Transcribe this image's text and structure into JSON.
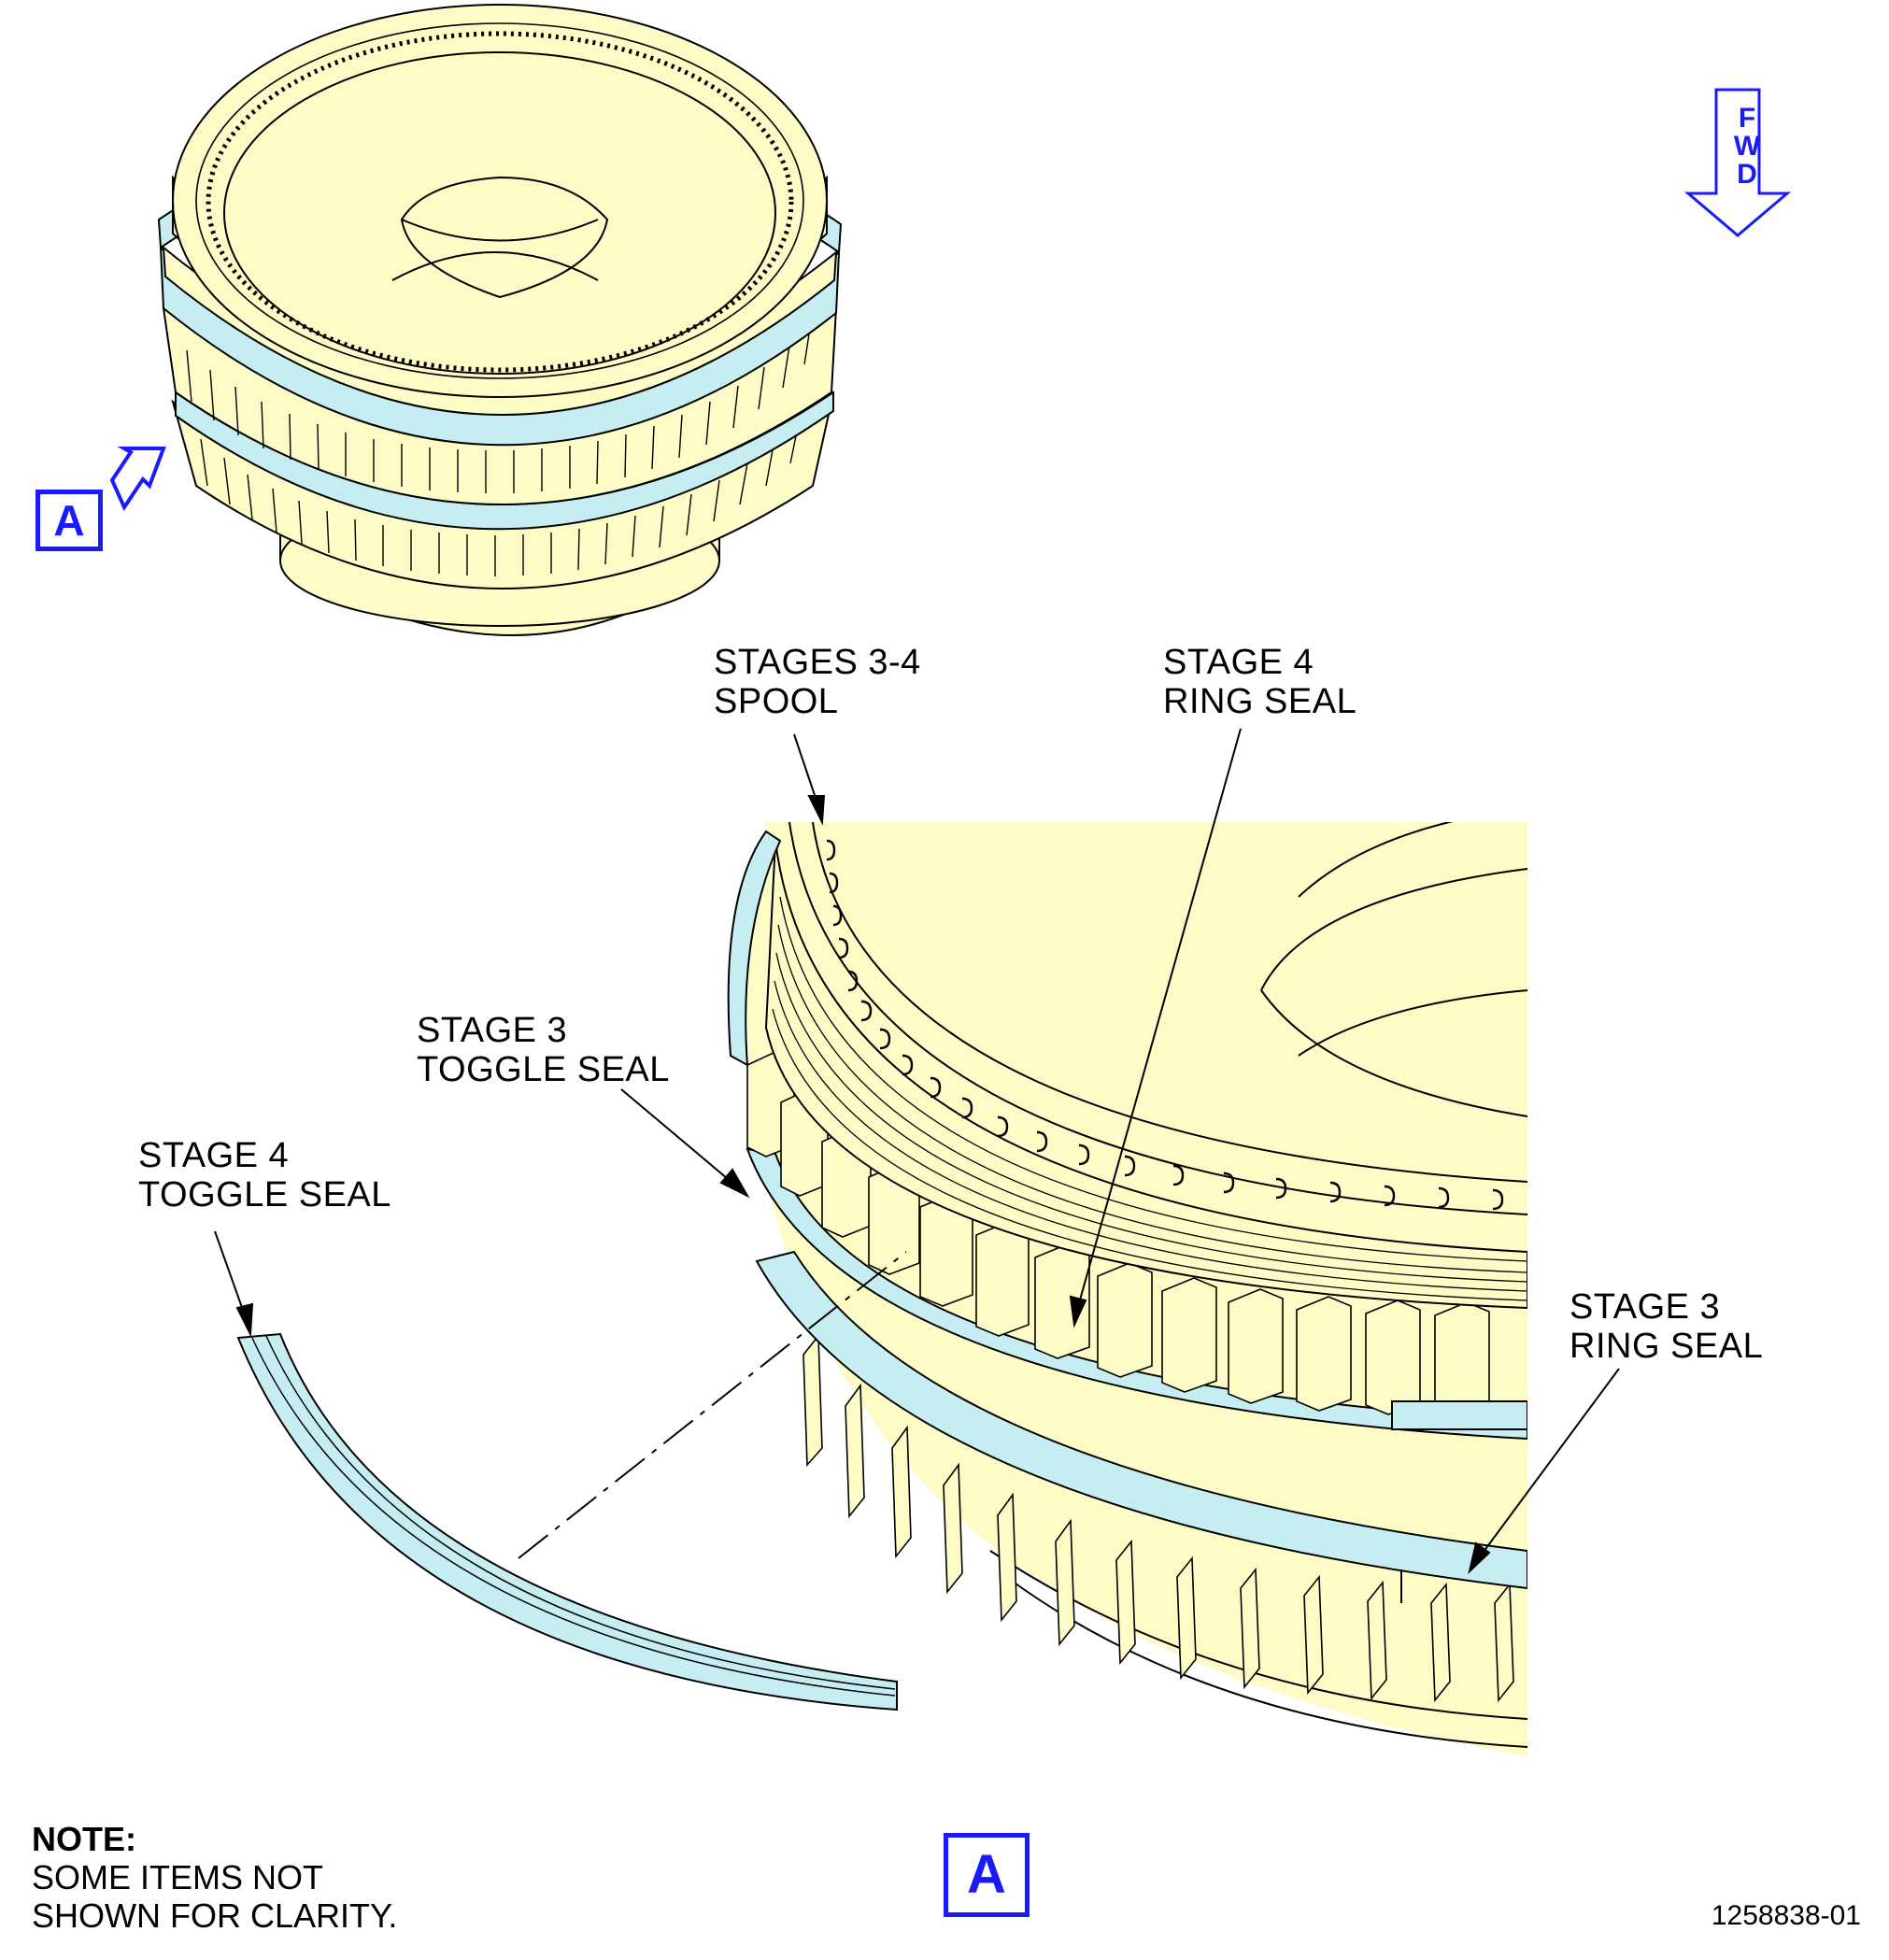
{
  "labels": {
    "spool": [
      "STAGES 3-4",
      "SPOOL"
    ],
    "stage4_ring_seal": [
      "STAGE 4",
      "RING SEAL"
    ],
    "stage3_toggle_seal": [
      "STAGE 3",
      "TOGGLE SEAL"
    ],
    "stage4_toggle_seal": [
      "STAGE 4",
      "TOGGLE SEAL"
    ],
    "stage3_ring_seal": [
      "STAGE 3",
      "RING SEAL"
    ]
  },
  "view_flag": "A",
  "view_title": "A",
  "fwd": [
    "F",
    "W",
    "D"
  ],
  "note": {
    "title": "NOTE:",
    "lines": [
      "SOME ITEMS NOT",
      "SHOWN FOR CLARITY."
    ]
  },
  "figure_number": "1258838-01",
  "colors": {
    "part": "#fdfbc6",
    "seal": "#c6eef2",
    "outline": "#000000",
    "flag": "#1a1aff"
  }
}
